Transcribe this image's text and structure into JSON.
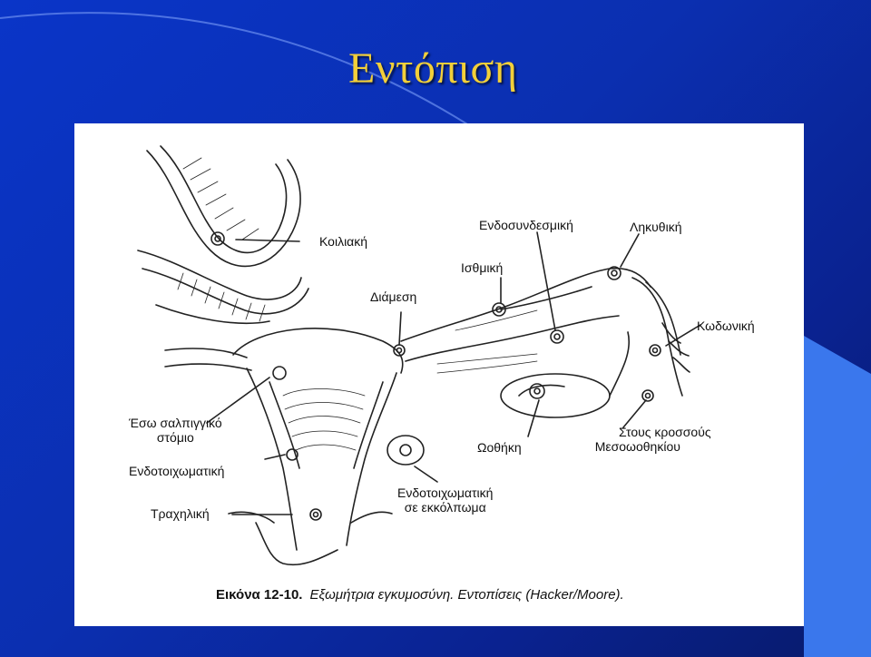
{
  "slide": {
    "title": "Εντόπιση",
    "colors": {
      "background": "#0b2fb0",
      "title": "#f2cf3a",
      "panel": "#ffffff"
    }
  },
  "figure": {
    "labels": {
      "abdominal": "Κοιλιακή",
      "intraligamentary": "Ενδοσυνδεσμική",
      "ampullary": "Ληκυθική",
      "isthmic": "Ισθμική",
      "interstitial": "Διάμεση",
      "fimbrial": "Κωδωνική",
      "internal_os_line1": "Έσω σαλπιγγικό",
      "internal_os_line2": "στόμιο",
      "intramural": "Ενδοτοιχωματική",
      "cervical": "Τραχηλική",
      "ovarian": "Ωοθήκη",
      "mesovarian_line1": "Στους κροσσούς",
      "mesovarian_line2": "Μεσοωοθηκίου",
      "diverticulum_line1": "Ενδοτοιχωματική",
      "diverticulum_line2": "σε εκκόλπωμα"
    },
    "caption": {
      "number": "Εικόνα 12-10.",
      "text": "Εξωμήτρια εγκυμοσύνη. Εντοπίσεις (Hacker/Moore)."
    }
  }
}
